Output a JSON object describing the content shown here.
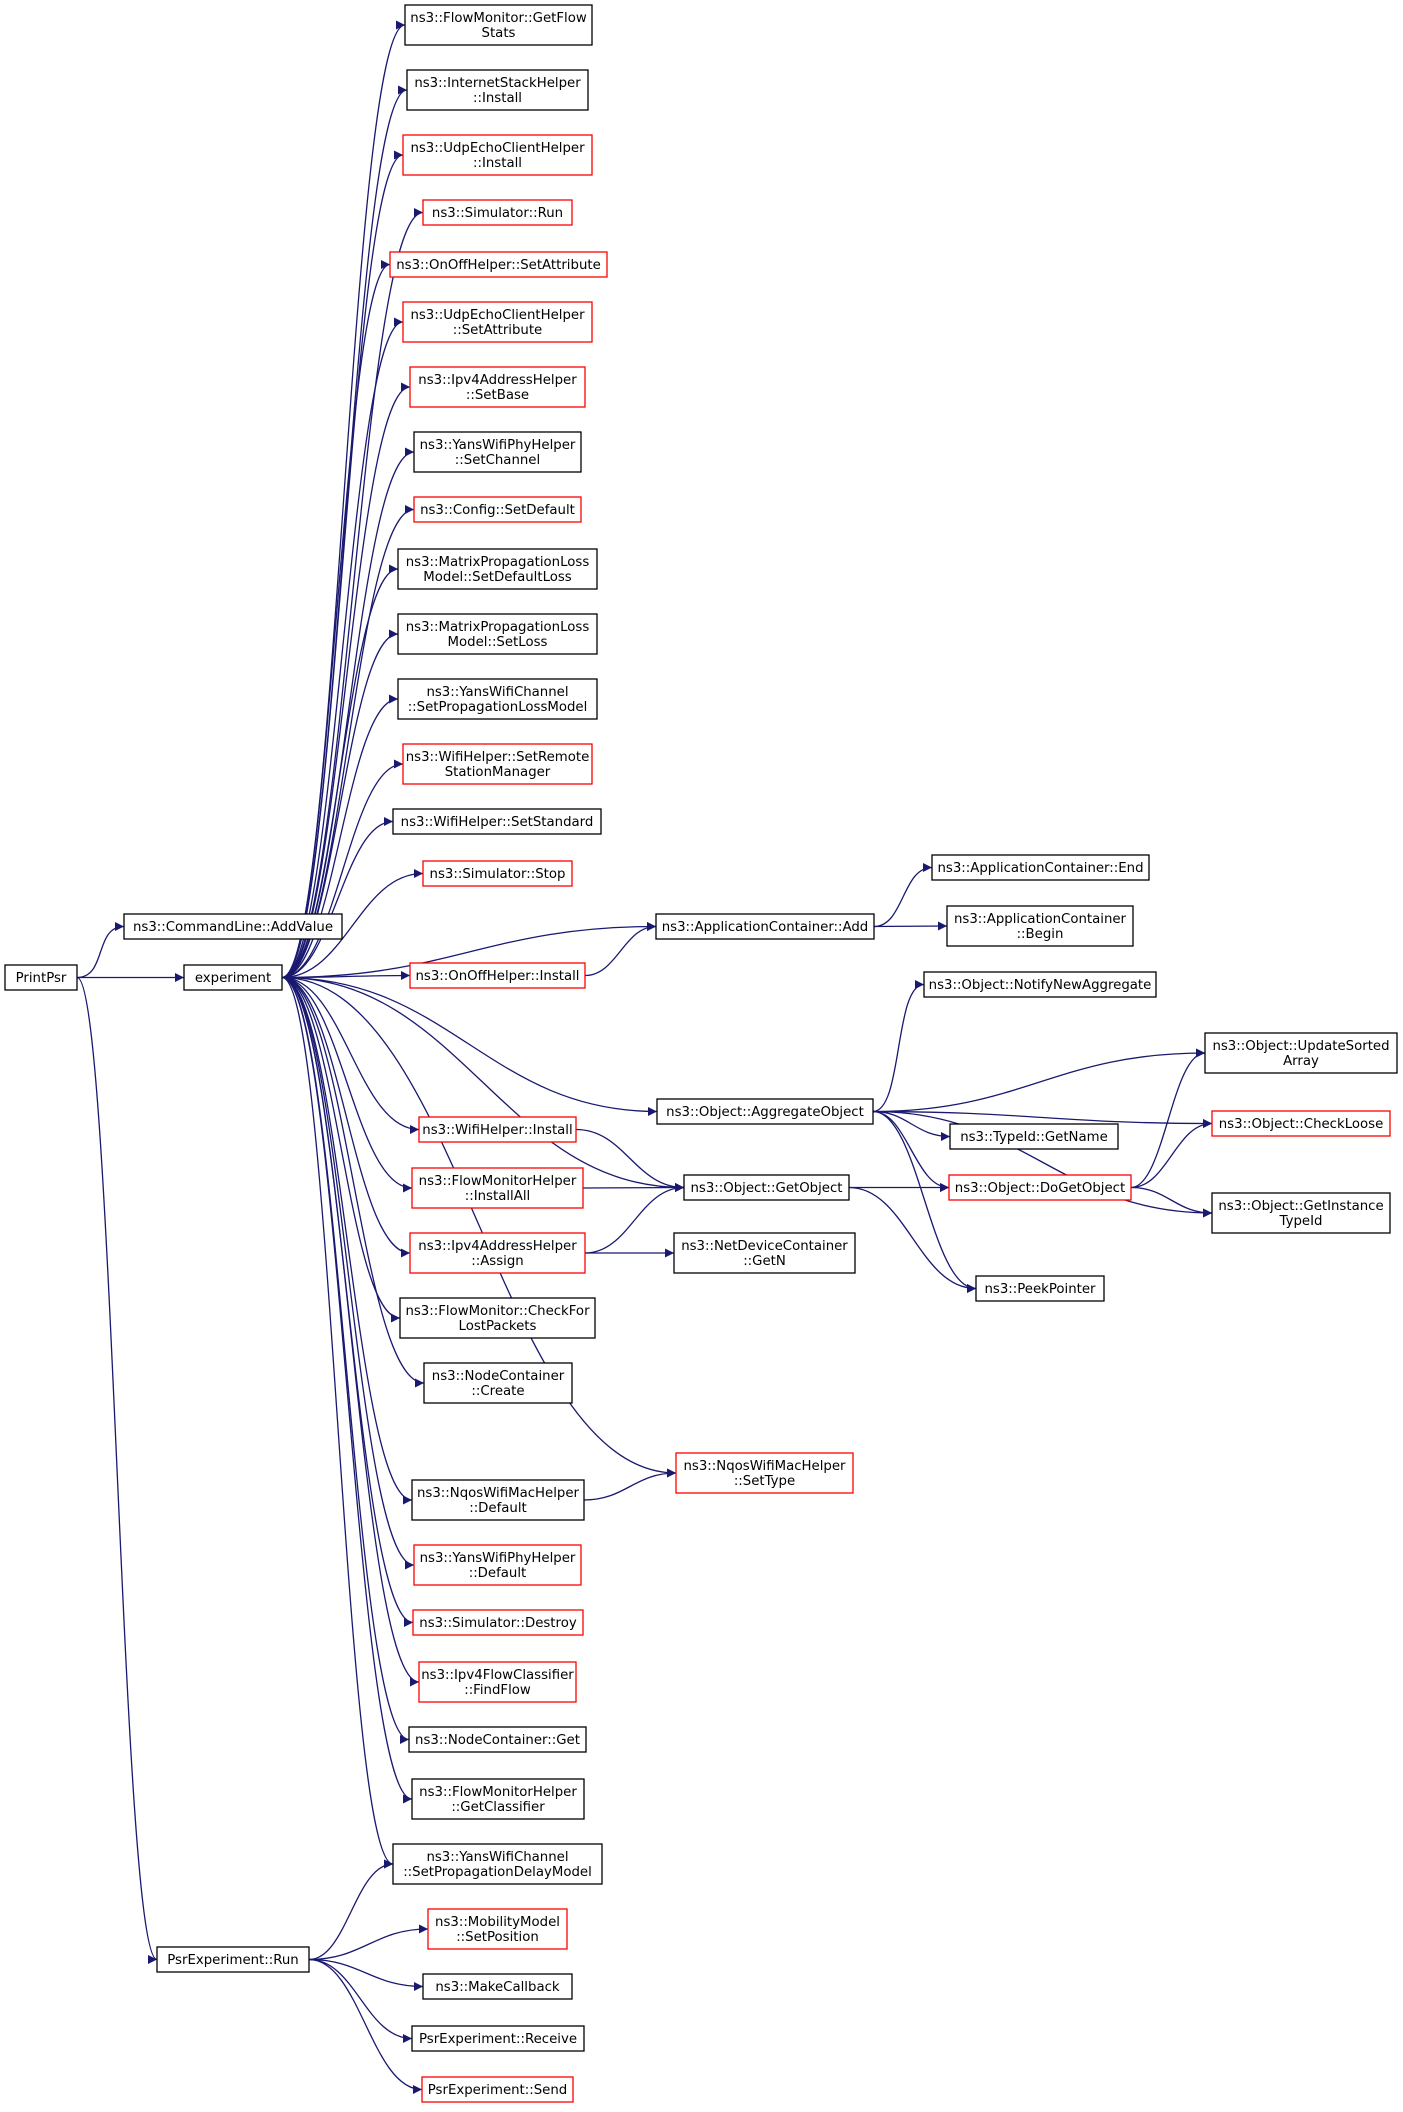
{
  "colors": {
    "edge": "#191970",
    "border_normal": "#000000",
    "border_truncated": "#ff0000",
    "root_fill": "#bfbfbf",
    "background": "#ffffff"
  },
  "nodes": [
    {
      "id": "printpsr",
      "lines": [
        "PrintPsr"
      ],
      "style": "root"
    },
    {
      "id": "addvalue",
      "lines": [
        "ns3::CommandLine::AddValue"
      ],
      "style": "normal"
    },
    {
      "id": "experiment",
      "lines": [
        "experiment"
      ],
      "style": "normal"
    },
    {
      "id": "psrrun",
      "lines": [
        "PsrExperiment::Run"
      ],
      "style": "normal"
    },
    {
      "id": "getflowstats",
      "lines": [
        "ns3::FlowMonitor::GetFlow",
        "Stats"
      ],
      "style": "normal"
    },
    {
      "id": "inetinstall",
      "lines": [
        "ns3::InternetStackHelper",
        "::Install"
      ],
      "style": "normal"
    },
    {
      "id": "udpinstall",
      "lines": [
        "ns3::UdpEchoClientHelper",
        "::Install"
      ],
      "style": "truncated"
    },
    {
      "id": "simrun",
      "lines": [
        "ns3::Simulator::Run"
      ],
      "style": "truncated"
    },
    {
      "id": "onoffsetattr",
      "lines": [
        "ns3::OnOffHelper::SetAttribute"
      ],
      "style": "truncated"
    },
    {
      "id": "udpsetattr",
      "lines": [
        "ns3::UdpEchoClientHelper",
        "::SetAttribute"
      ],
      "style": "truncated"
    },
    {
      "id": "ipv4setbase",
      "lines": [
        "ns3::Ipv4AddressHelper",
        "::SetBase"
      ],
      "style": "truncated"
    },
    {
      "id": "yanssetchannel",
      "lines": [
        "ns3::YansWifiPhyHelper",
        "::SetChannel"
      ],
      "style": "normal"
    },
    {
      "id": "configsetdefault",
      "lines": [
        "ns3::Config::SetDefault"
      ],
      "style": "truncated"
    },
    {
      "id": "matrixdefaultloss",
      "lines": [
        "ns3::MatrixPropagationLoss",
        "Model::SetDefaultLoss"
      ],
      "style": "normal"
    },
    {
      "id": "matrixsetloss",
      "lines": [
        "ns3::MatrixPropagationLoss",
        "Model::SetLoss"
      ],
      "style": "normal"
    },
    {
      "id": "yanssetproploss",
      "lines": [
        "ns3::YansWifiChannel",
        "::SetPropagationLossModel"
      ],
      "style": "normal"
    },
    {
      "id": "wifisetremote",
      "lines": [
        "ns3::WifiHelper::SetRemote",
        "StationManager"
      ],
      "style": "truncated"
    },
    {
      "id": "wifisetstandard",
      "lines": [
        "ns3::WifiHelper::SetStandard"
      ],
      "style": "normal"
    },
    {
      "id": "simstop",
      "lines": [
        "ns3::Simulator::Stop"
      ],
      "style": "truncated"
    },
    {
      "id": "onoffinstall",
      "lines": [
        "ns3::OnOffHelper::Install"
      ],
      "style": "truncated"
    },
    {
      "id": "appadd",
      "lines": [
        "ns3::ApplicationContainer::Add"
      ],
      "style": "normal"
    },
    {
      "id": "append",
      "lines": [
        "ns3::ApplicationContainer::End"
      ],
      "style": "normal"
    },
    {
      "id": "appbegin",
      "lines": [
        "ns3::ApplicationContainer",
        "::Begin"
      ],
      "style": "normal"
    },
    {
      "id": "notifynewagg",
      "lines": [
        "ns3::Object::NotifyNewAggregate"
      ],
      "style": "normal"
    },
    {
      "id": "aggregate",
      "lines": [
        "ns3::Object::AggregateObject"
      ],
      "style": "normal"
    },
    {
      "id": "updatesorted",
      "lines": [
        "ns3::Object::UpdateSorted",
        "Array"
      ],
      "style": "normal"
    },
    {
      "id": "checkloose",
      "lines": [
        "ns3::Object::CheckLoose"
      ],
      "style": "truncated"
    },
    {
      "id": "typeidgetname",
      "lines": [
        "ns3::TypeId::GetName"
      ],
      "style": "normal"
    },
    {
      "id": "wifiinstall",
      "lines": [
        "ns3::WifiHelper::Install"
      ],
      "style": "truncated"
    },
    {
      "id": "fmhinstallall",
      "lines": [
        "ns3::FlowMonitorHelper",
        "::InstallAll"
      ],
      "style": "truncated"
    },
    {
      "id": "getobject",
      "lines": [
        "ns3::Object::GetObject"
      ],
      "style": "normal"
    },
    {
      "id": "dogetobject",
      "lines": [
        "ns3::Object::DoGetObject"
      ],
      "style": "truncated"
    },
    {
      "id": "getinstancetypeid",
      "lines": [
        "ns3::Object::GetInstance",
        "TypeId"
      ],
      "style": "normal"
    },
    {
      "id": "ipv4assign",
      "lines": [
        "ns3::Ipv4AddressHelper",
        "::Assign"
      ],
      "style": "truncated"
    },
    {
      "id": "netdevgetn",
      "lines": [
        "ns3::NetDeviceContainer",
        "::GetN"
      ],
      "style": "normal"
    },
    {
      "id": "peekpointer",
      "lines": [
        "ns3::PeekPointer"
      ],
      "style": "normal"
    },
    {
      "id": "checkforlost",
      "lines": [
        "ns3::FlowMonitor::CheckFor",
        "LostPackets"
      ],
      "style": "normal"
    },
    {
      "id": "nodecreate",
      "lines": [
        "ns3::NodeContainer",
        "::Create"
      ],
      "style": "normal"
    },
    {
      "id": "nqossettype",
      "lines": [
        "ns3::NqosWifiMacHelper",
        "::SetType"
      ],
      "style": "truncated"
    },
    {
      "id": "nqosdefault",
      "lines": [
        "ns3::NqosWifiMacHelper",
        "::Default"
      ],
      "style": "normal"
    },
    {
      "id": "yansphydefault",
      "lines": [
        "ns3::YansWifiPhyHelper",
        "::Default"
      ],
      "style": "truncated"
    },
    {
      "id": "simdestroy",
      "lines": [
        "ns3::Simulator::Destroy"
      ],
      "style": "truncated"
    },
    {
      "id": "ipv4findflow",
      "lines": [
        "ns3::Ipv4FlowClassifier",
        "::FindFlow"
      ],
      "style": "truncated"
    },
    {
      "id": "nodeget",
      "lines": [
        "ns3::NodeContainer::Get"
      ],
      "style": "normal"
    },
    {
      "id": "fmhgetclassifier",
      "lines": [
        "ns3::FlowMonitorHelper",
        "::GetClassifier"
      ],
      "style": "normal"
    },
    {
      "id": "yanssetpropdelay",
      "lines": [
        "ns3::YansWifiChannel",
        "::SetPropagationDelayModel"
      ],
      "style": "normal"
    },
    {
      "id": "mobilitysetpos",
      "lines": [
        "ns3::MobilityModel",
        "::SetPosition"
      ],
      "style": "truncated"
    },
    {
      "id": "makecallback",
      "lines": [
        "ns3::MakeCallback"
      ],
      "style": "normal"
    },
    {
      "id": "psrreceive",
      "lines": [
        "PsrExperiment::Receive"
      ],
      "style": "normal"
    },
    {
      "id": "psrsend",
      "lines": [
        "PsrExperiment::Send"
      ],
      "style": "truncated"
    }
  ],
  "edges": [
    {
      "from": "printpsr",
      "to": "addvalue"
    },
    {
      "from": "printpsr",
      "to": "experiment"
    },
    {
      "from": "printpsr",
      "to": "psrrun"
    },
    {
      "from": "experiment",
      "to": "getflowstats"
    },
    {
      "from": "experiment",
      "to": "inetinstall"
    },
    {
      "from": "experiment",
      "to": "udpinstall"
    },
    {
      "from": "experiment",
      "to": "simrun"
    },
    {
      "from": "experiment",
      "to": "onoffsetattr"
    },
    {
      "from": "experiment",
      "to": "udpsetattr"
    },
    {
      "from": "experiment",
      "to": "ipv4setbase"
    },
    {
      "from": "experiment",
      "to": "yanssetchannel"
    },
    {
      "from": "experiment",
      "to": "configsetdefault"
    },
    {
      "from": "experiment",
      "to": "matrixdefaultloss"
    },
    {
      "from": "experiment",
      "to": "matrixsetloss"
    },
    {
      "from": "experiment",
      "to": "yanssetproploss"
    },
    {
      "from": "experiment",
      "to": "wifisetremote"
    },
    {
      "from": "experiment",
      "to": "wifisetstandard"
    },
    {
      "from": "experiment",
      "to": "simstop"
    },
    {
      "from": "experiment",
      "to": "appadd"
    },
    {
      "from": "experiment",
      "to": "onoffinstall"
    },
    {
      "from": "experiment",
      "to": "aggregate"
    },
    {
      "from": "experiment",
      "to": "wifiinstall"
    },
    {
      "from": "experiment",
      "to": "getobject"
    },
    {
      "from": "experiment",
      "to": "fmhinstallall"
    },
    {
      "from": "experiment",
      "to": "ipv4assign"
    },
    {
      "from": "experiment",
      "to": "checkforlost"
    },
    {
      "from": "experiment",
      "to": "nodecreate"
    },
    {
      "from": "experiment",
      "to": "nqossettype"
    },
    {
      "from": "experiment",
      "to": "nqosdefault"
    },
    {
      "from": "experiment",
      "to": "yansphydefault"
    },
    {
      "from": "experiment",
      "to": "simdestroy"
    },
    {
      "from": "experiment",
      "to": "ipv4findflow"
    },
    {
      "from": "experiment",
      "to": "nodeget"
    },
    {
      "from": "experiment",
      "to": "fmhgetclassifier"
    },
    {
      "from": "experiment",
      "to": "yanssetpropdelay"
    },
    {
      "from": "onoffinstall",
      "to": "appadd"
    },
    {
      "from": "appadd",
      "to": "append"
    },
    {
      "from": "appadd",
      "to": "appbegin"
    },
    {
      "from": "aggregate",
      "to": "notifynewagg"
    },
    {
      "from": "aggregate",
      "to": "updatesorted"
    },
    {
      "from": "aggregate",
      "to": "checkloose"
    },
    {
      "from": "aggregate",
      "to": "typeidgetname"
    },
    {
      "from": "aggregate",
      "to": "dogetobject"
    },
    {
      "from": "aggregate",
      "to": "getinstancetypeid"
    },
    {
      "from": "aggregate",
      "to": "peekpointer"
    },
    {
      "from": "wifiinstall",
      "to": "getobject"
    },
    {
      "from": "fmhinstallall",
      "to": "getobject"
    },
    {
      "from": "ipv4assign",
      "to": "getobject"
    },
    {
      "from": "ipv4assign",
      "to": "netdevgetn"
    },
    {
      "from": "getobject",
      "to": "dogetobject"
    },
    {
      "from": "getobject",
      "to": "peekpointer"
    },
    {
      "from": "dogetobject",
      "to": "updatesorted"
    },
    {
      "from": "dogetobject",
      "to": "checkloose"
    },
    {
      "from": "dogetobject",
      "to": "getinstancetypeid"
    },
    {
      "from": "nqosdefault",
      "to": "nqossettype"
    },
    {
      "from": "psrrun",
      "to": "yanssetpropdelay"
    },
    {
      "from": "psrrun",
      "to": "mobilitysetpos"
    },
    {
      "from": "psrrun",
      "to": "makecallback"
    },
    {
      "from": "psrrun",
      "to": "psrreceive"
    },
    {
      "from": "psrrun",
      "to": "psrsend"
    }
  ]
}
